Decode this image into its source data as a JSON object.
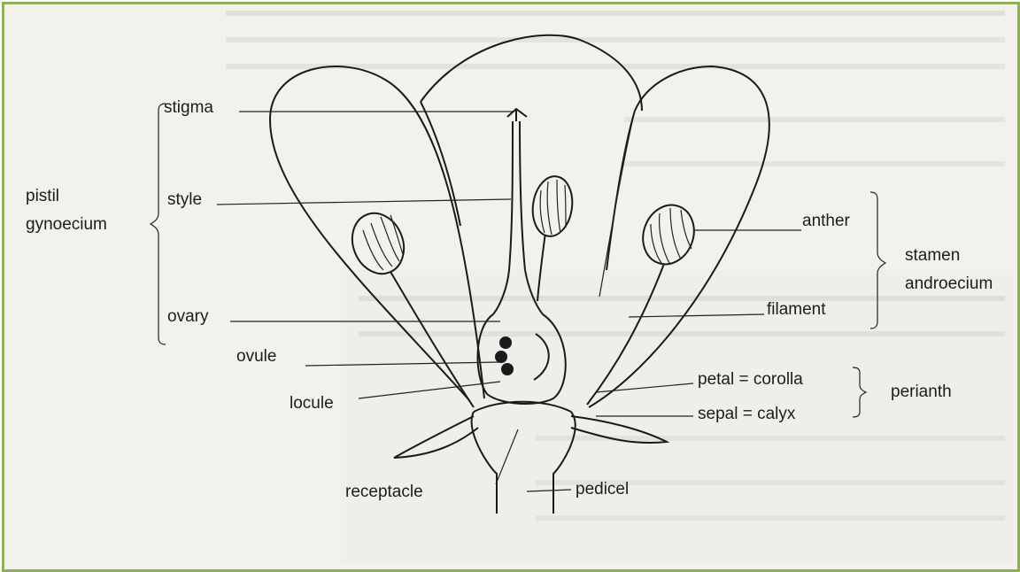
{
  "labels": {
    "stigma": "stigma",
    "style": "style",
    "pistil": "pistil",
    "gynoecium": "gynoecium",
    "ovary": "ovary",
    "ovule": "ovule",
    "locule": "locule",
    "receptacle": "receptacle",
    "pedicel": "pedicel",
    "anther": "anther",
    "filament": "filament",
    "stamen": "stamen",
    "androecium": "androecium",
    "petal": "petal = corolla",
    "sepal": "sepal = calyx",
    "perianth": "perianth"
  },
  "colors": {
    "border": "#8db255",
    "paper": "#f2f1ee",
    "ink": "#1c1c1c"
  }
}
